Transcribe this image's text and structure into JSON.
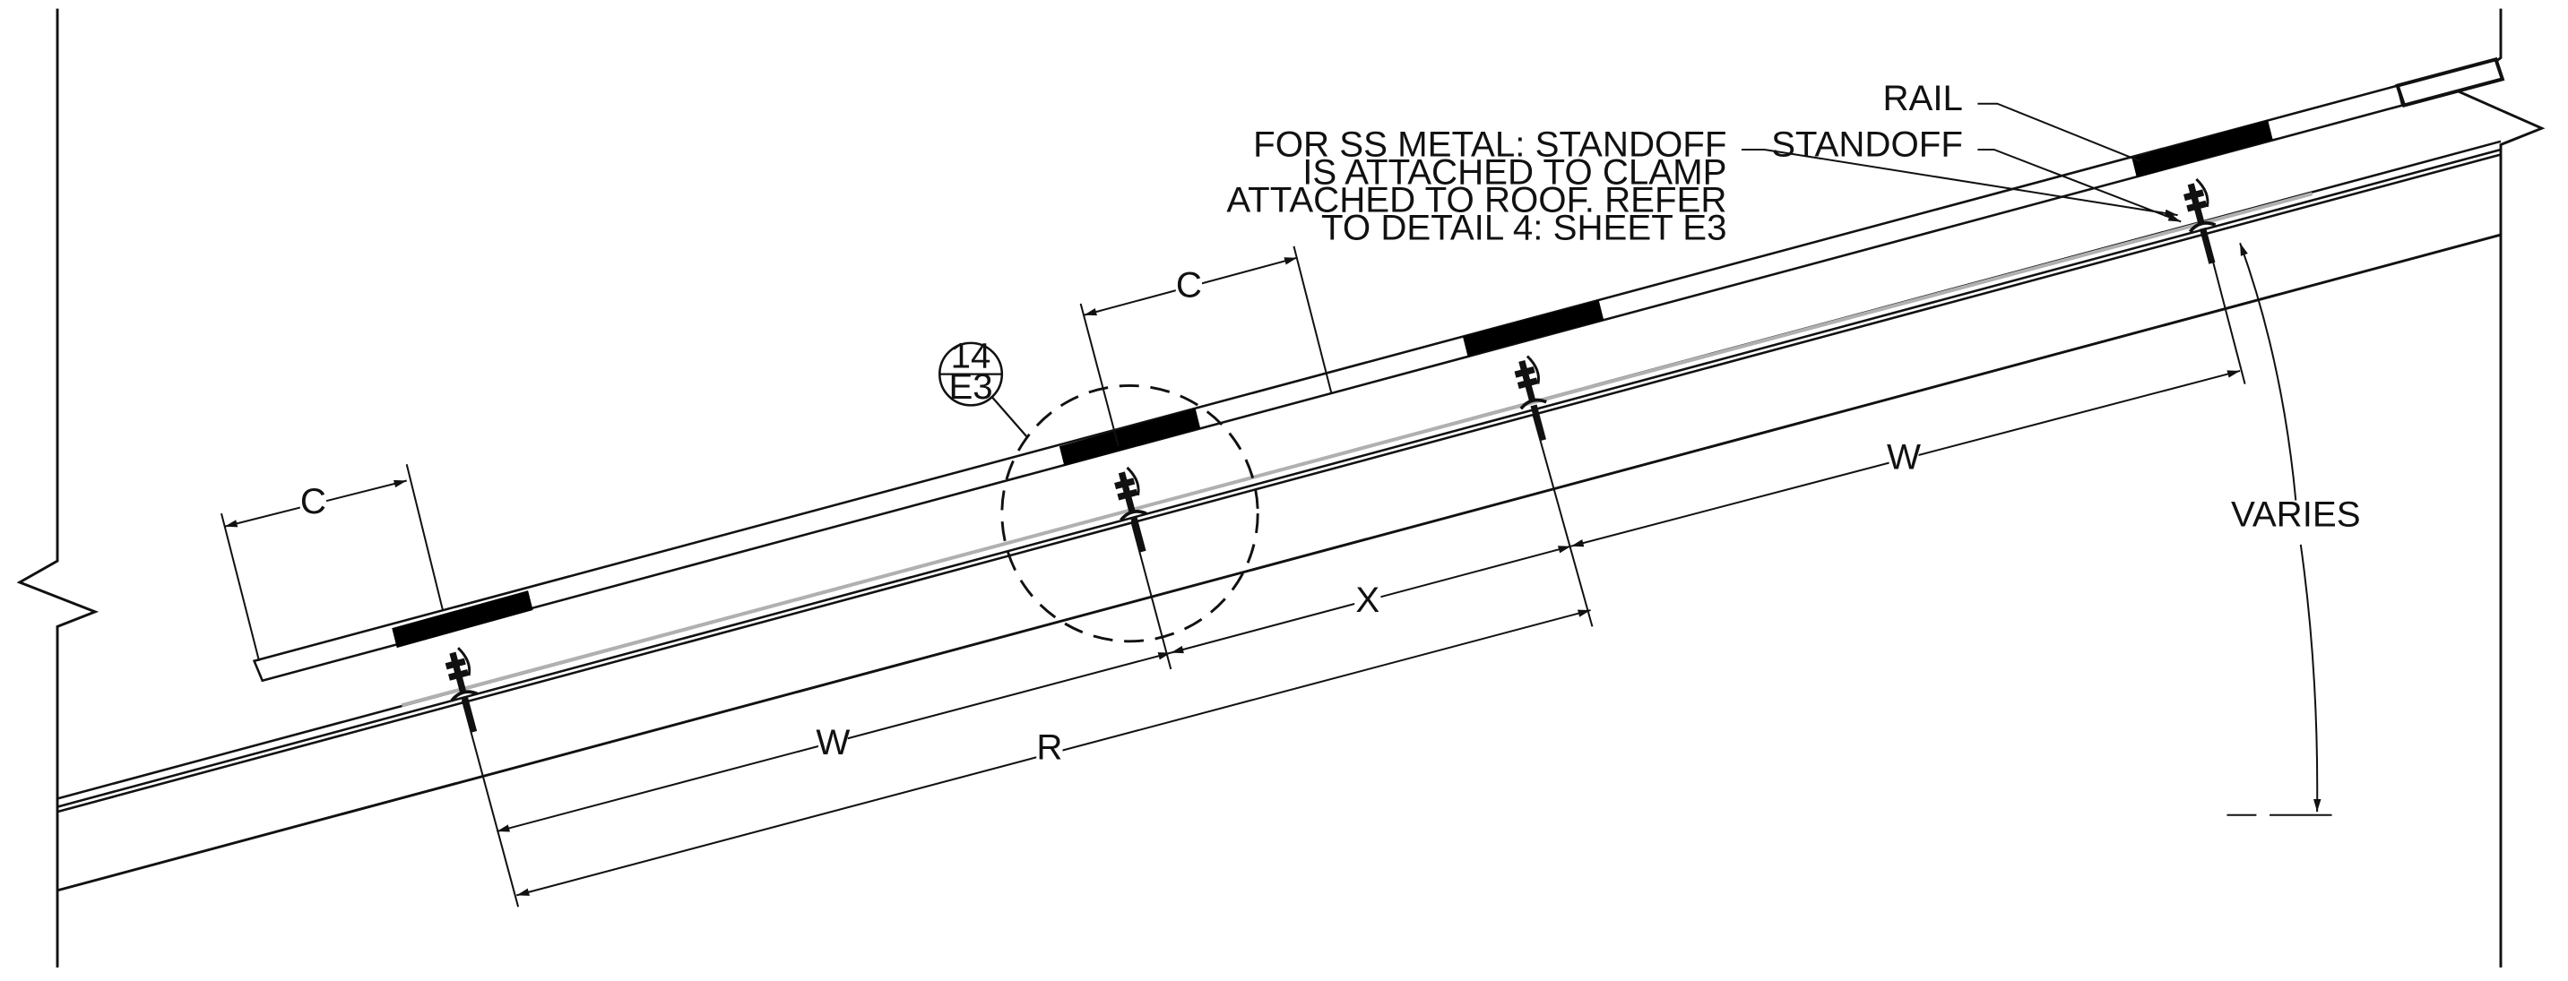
{
  "labels": {
    "rail": "RAIL",
    "standoff": "STANDOFF",
    "note_line1": "FOR SS METAL: STANDOFF",
    "note_line2": "IS ATTACHED TO CLAMP",
    "note_line3": "ATTACHED TO ROOF. REFER",
    "note_line4": "TO DETAIL 4: SHEET E3",
    "varies": "VARIES"
  },
  "detail_callout": {
    "number": "14",
    "sheet": "E3"
  },
  "dimensions": {
    "c_left": "C",
    "c_mid": "C",
    "w_left": "W",
    "w_right": "W",
    "x": "X",
    "r": "R"
  },
  "colors": {
    "ink": "#111111",
    "module": "#000000",
    "flashing": "#b0b0b0"
  }
}
